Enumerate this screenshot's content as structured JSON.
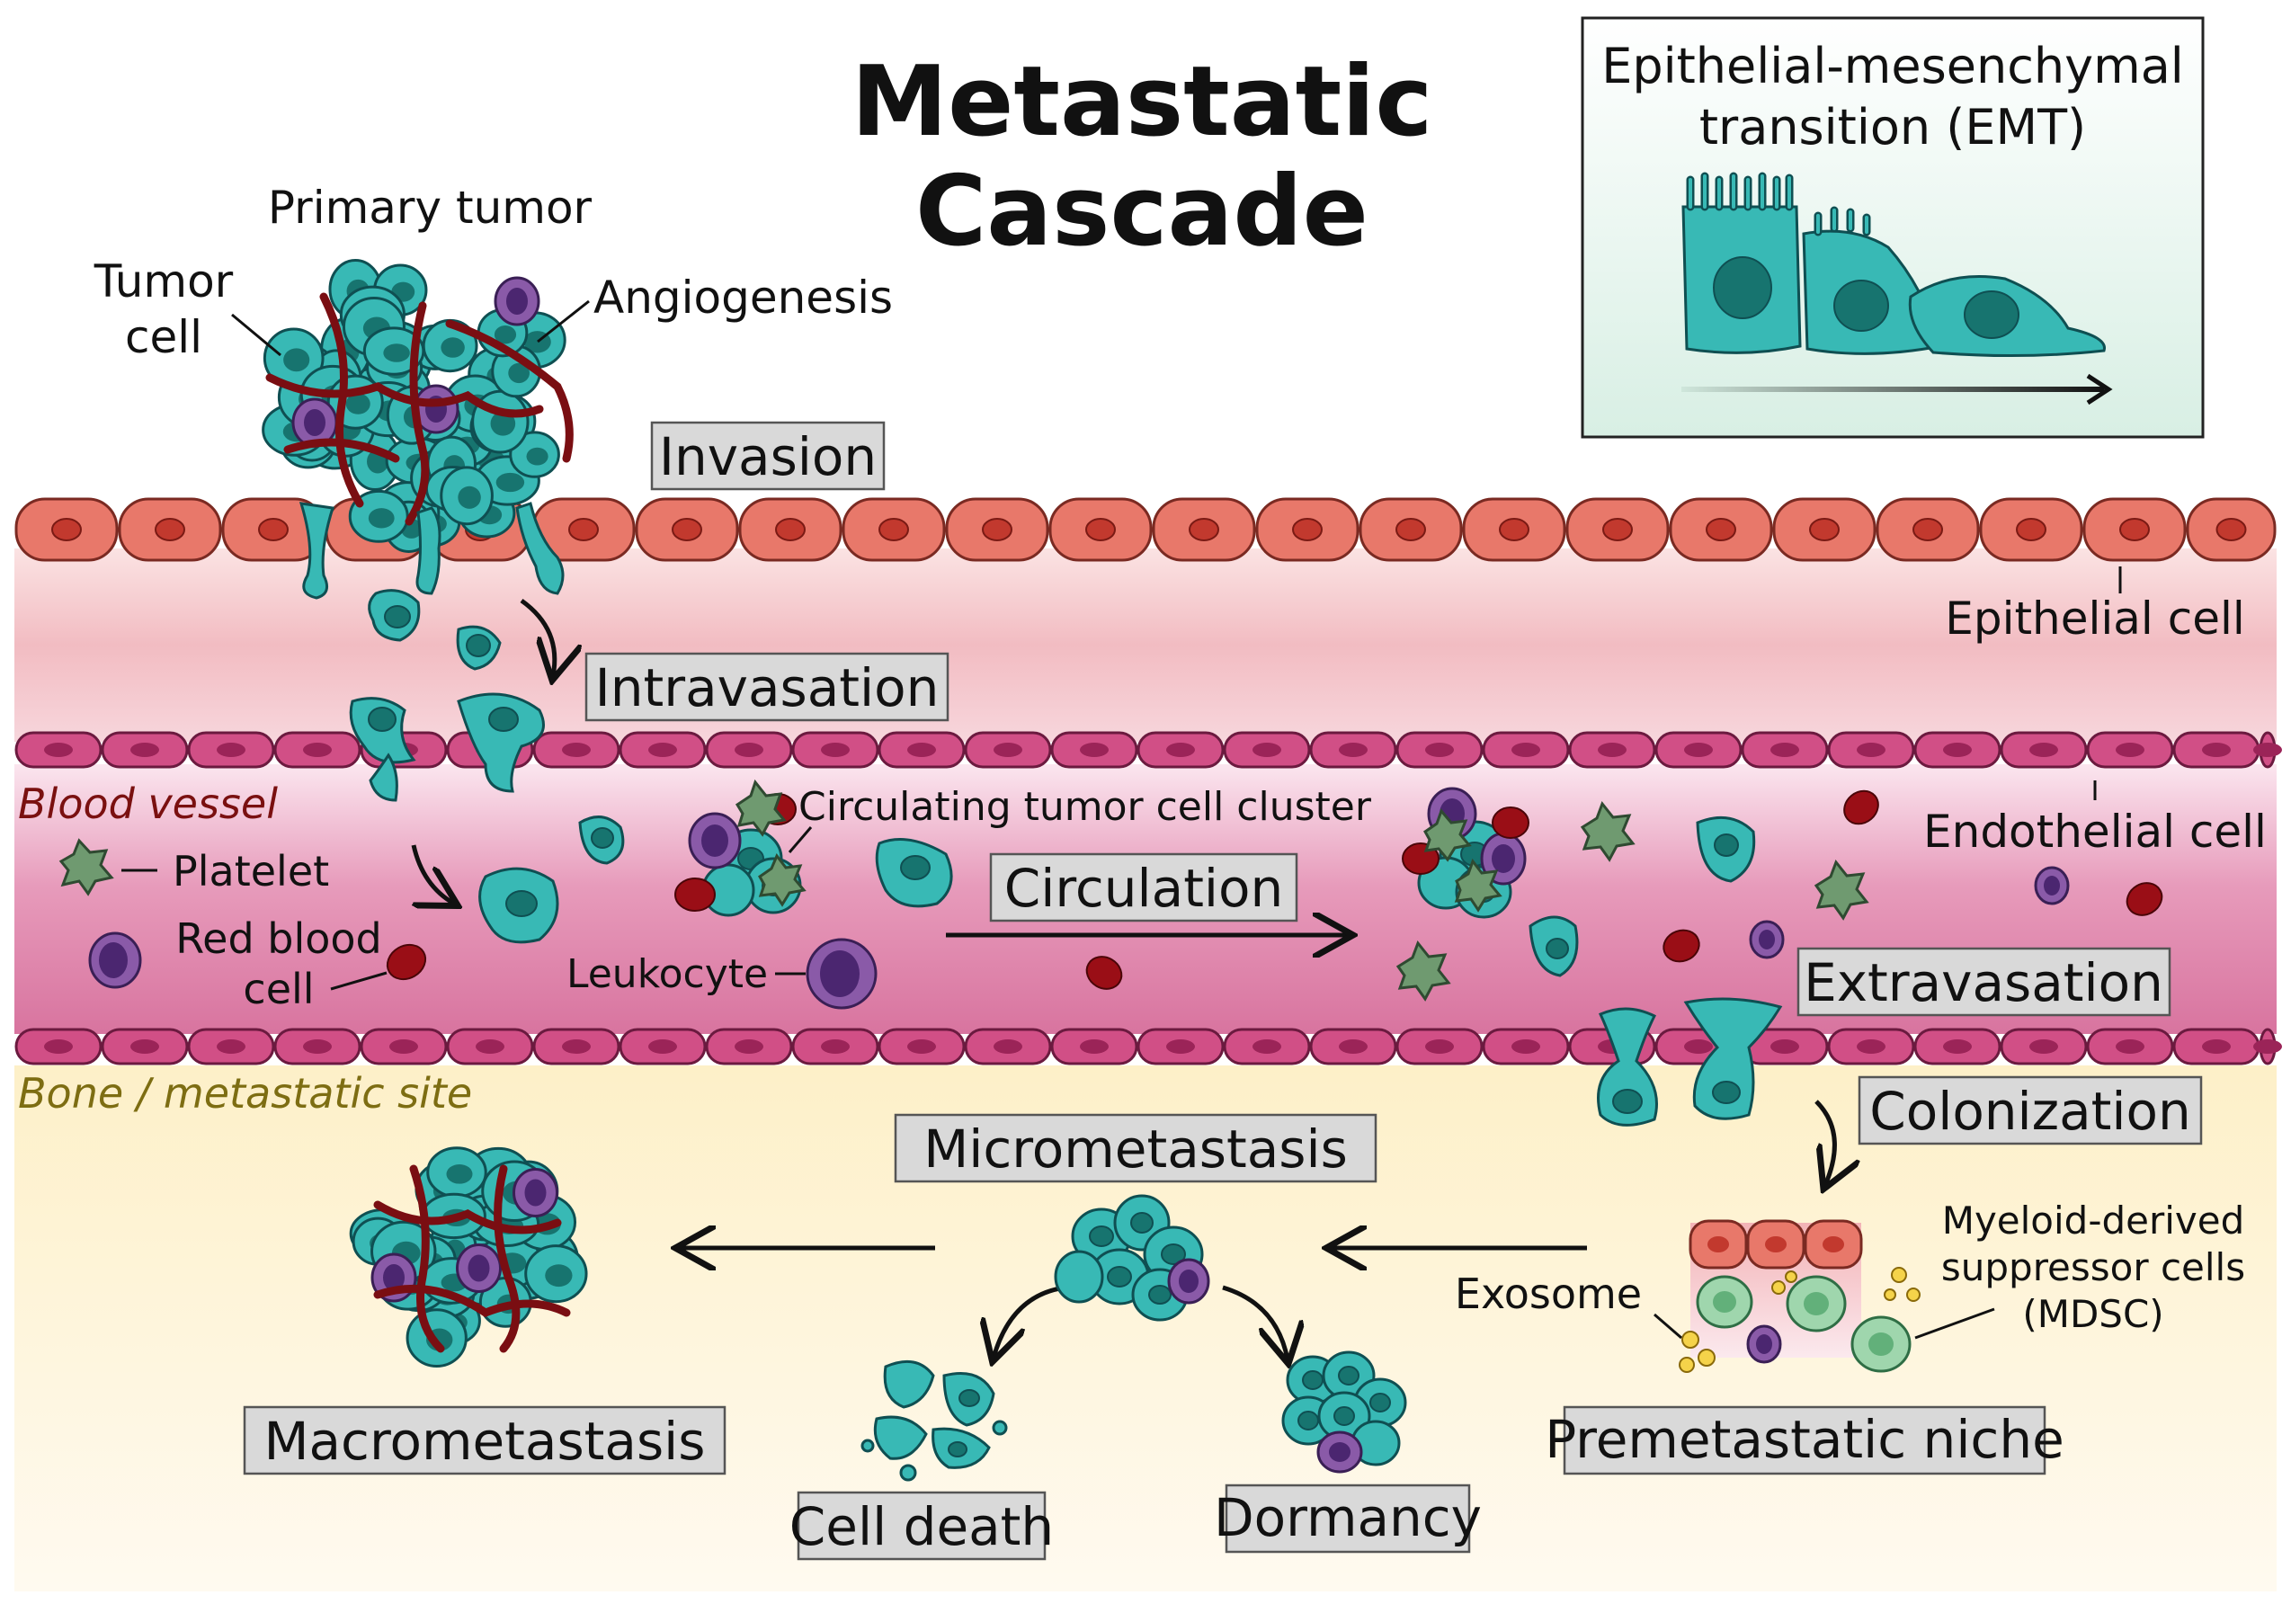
{
  "title": [
    "Metastatic",
    "Cascade"
  ],
  "emt_box": {
    "title_lines": [
      "Epithelial-mesenchymal",
      "transition (EMT)"
    ]
  },
  "labels": {
    "primary_tumor": "Primary tumor",
    "tumor_cell": [
      "Tumor",
      "cell"
    ],
    "angiogenesis": "Angiogenesis",
    "epithelial_cell": "Epithelial cell",
    "endothelial_cell": "Endothelial cell",
    "blood_vessel": "Blood vessel",
    "platelet": "Platelet",
    "red_blood_cell": [
      "Red blood",
      "cell"
    ],
    "leukocyte": "Leukocyte",
    "ctc_cluster": "Circulating tumor cell cluster",
    "bone_site": "Bone / metastatic site",
    "exosome": "Exosome",
    "mdsc": [
      "Myeloid-derived",
      "suppressor cells",
      "(MDSC)"
    ]
  },
  "stages": {
    "invasion": "Invasion",
    "intravasation": "Intravasation",
    "circulation": "Circulation",
    "extravasation": "Extravasation",
    "colonization": "Colonization",
    "micrometastasis": "Micrometastasis",
    "macrometastasis": "Macrometastasis",
    "premetastatic_niche": "Premetastatic niche",
    "cell_death": "Cell death",
    "dormancy": "Dormancy"
  },
  "colors": {
    "epithelial_cell": "#e8786a",
    "endothelial_cell": "#d14f86",
    "tumor_cell": "#38b9b5",
    "red_blood_cell": "#9a0e16",
    "leukocyte": "#8a5aa8",
    "platelet": "#6f9a70",
    "tissue_band": "#f3c9c9",
    "vessel_lumen": "#e59ab9",
    "bone_site_bg": "#fdf4d6"
  }
}
